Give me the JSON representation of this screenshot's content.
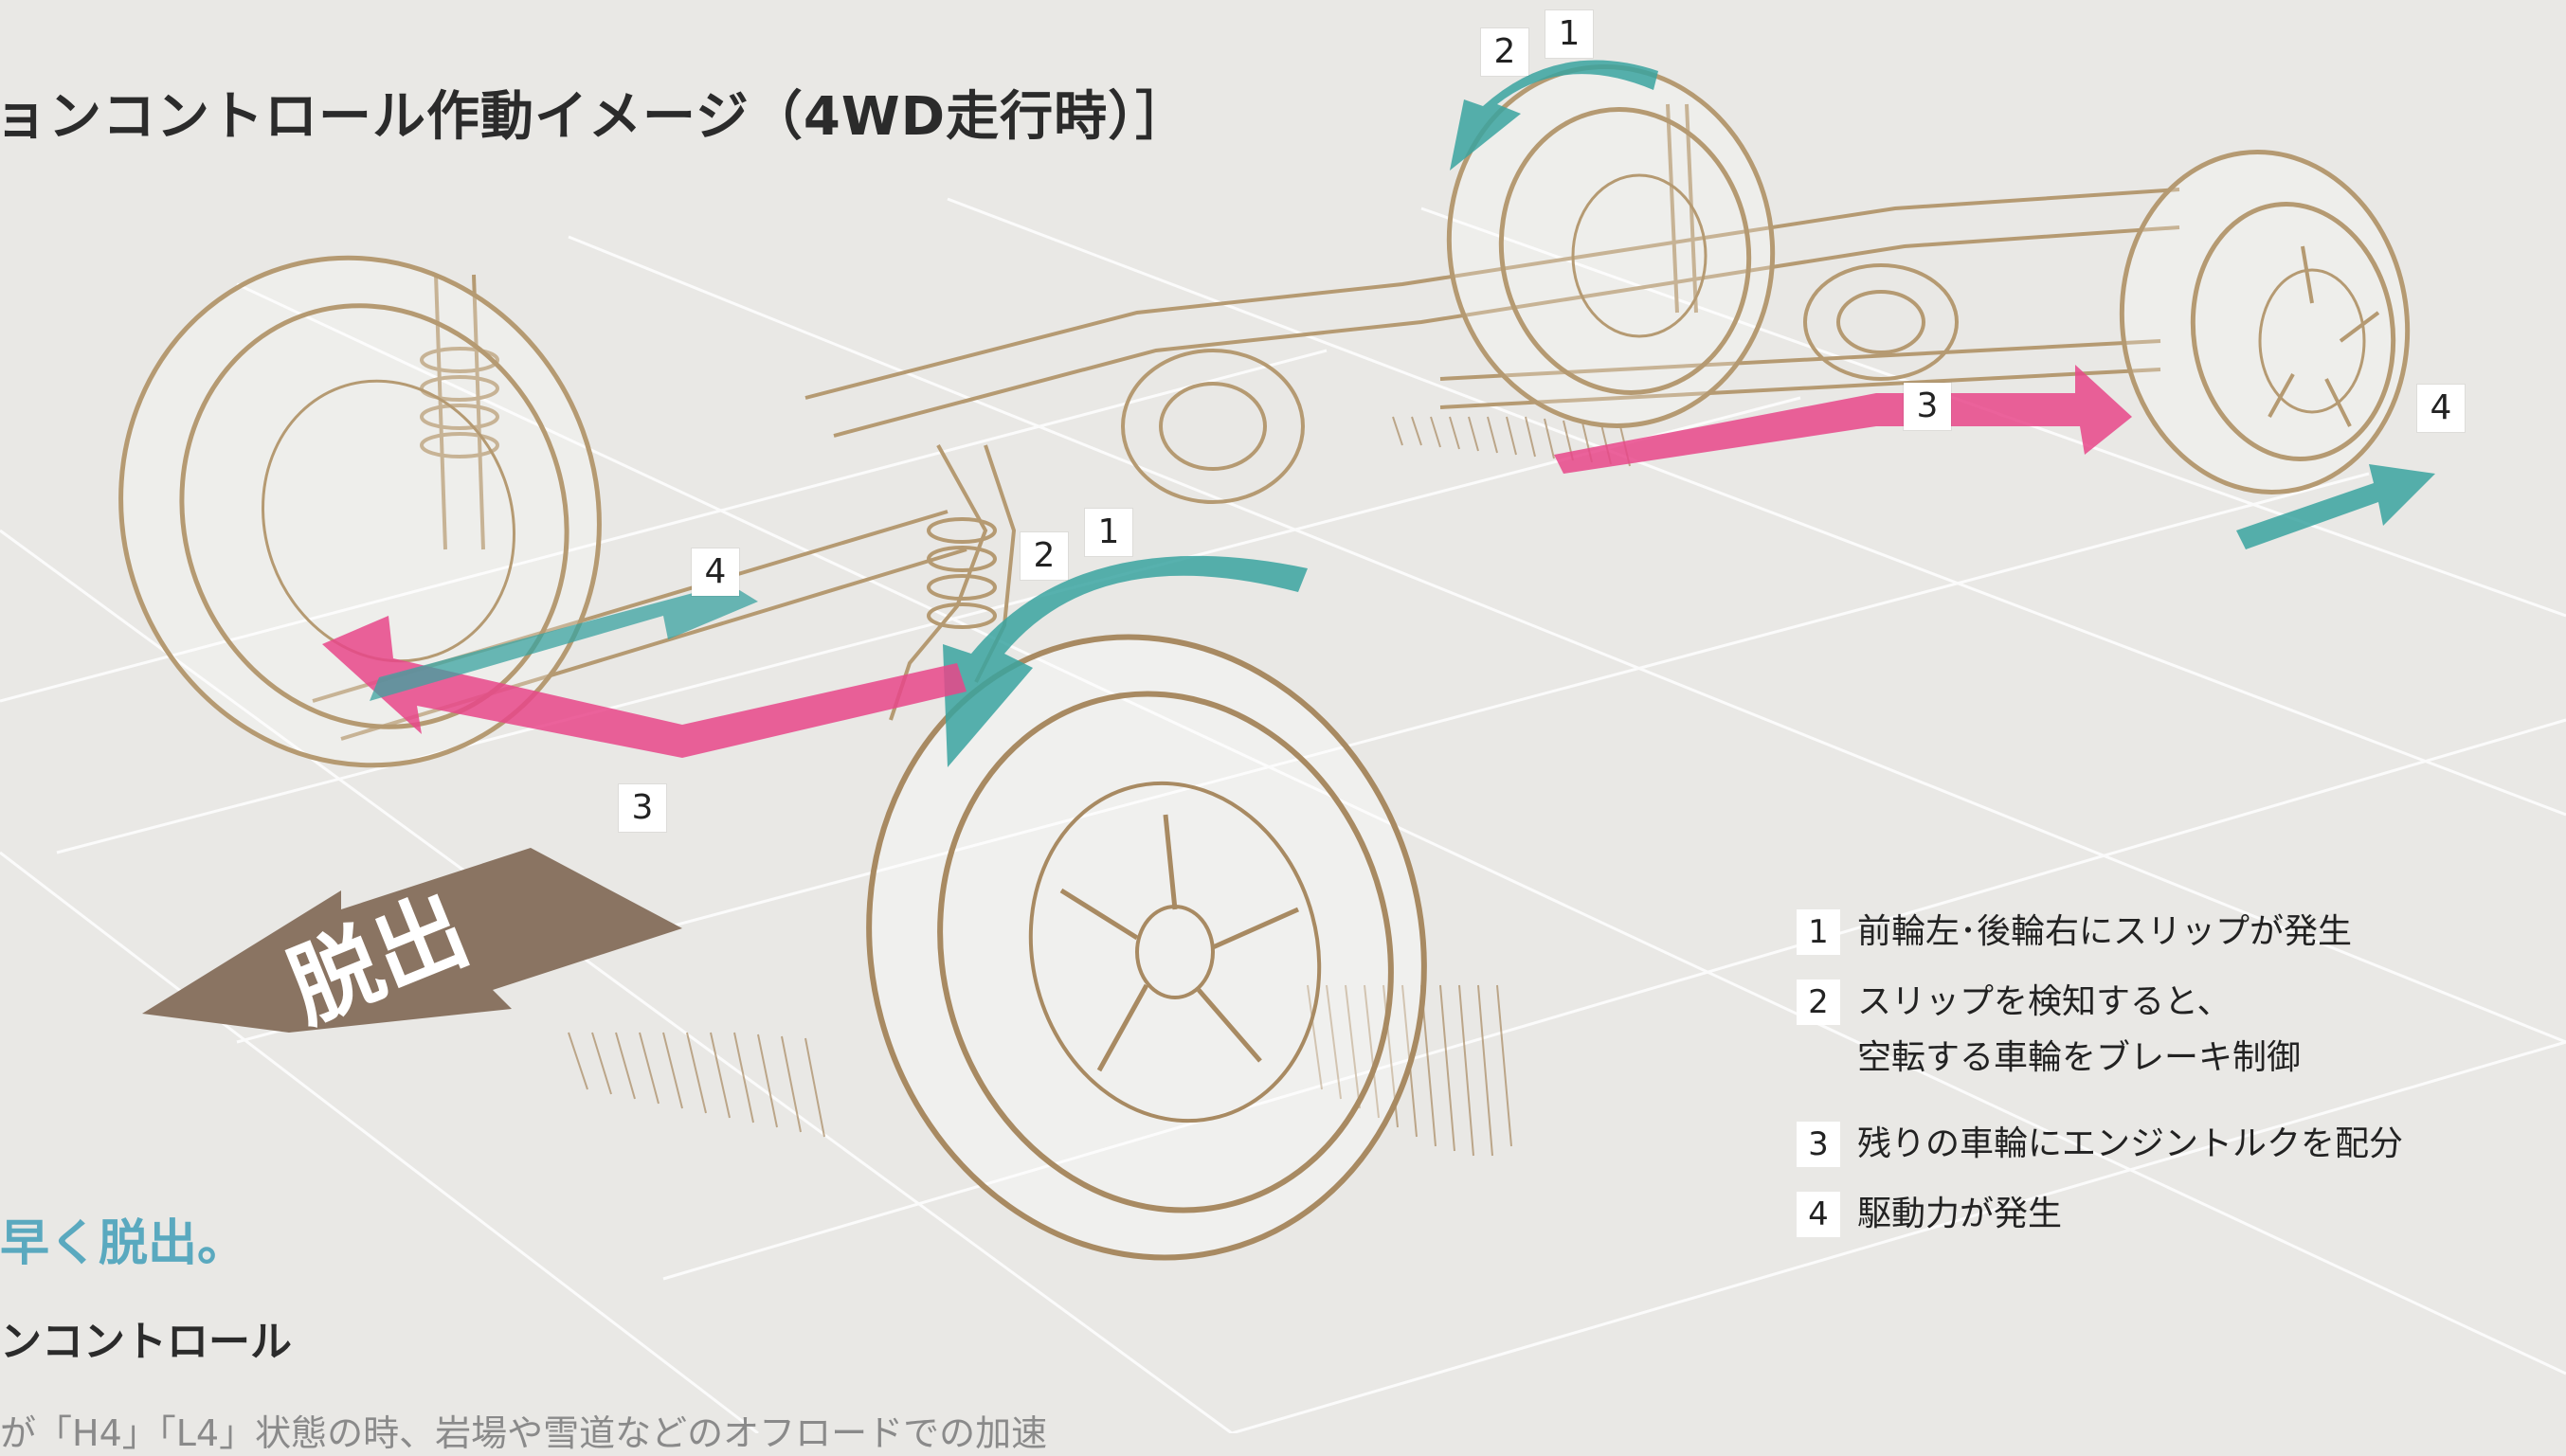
{
  "heading": "ョンコントロール作動イメージ（4WD走行時）］",
  "subheading": "早く脱出。",
  "subheading2": "ンコントロール",
  "body_text": "が「H4」「L4」状態の時、岩場や雪道などのオフロードでの加速",
  "escape_label": "脱出",
  "markers": {
    "rear_1": "1",
    "rear_2": "2",
    "rear_3": "3",
    "rear_4": "4",
    "front_1": "1",
    "front_2": "2",
    "front_3": "3",
    "front_4": "4"
  },
  "legend": [
    {
      "num": "1",
      "text": "前輪左･後輪右にスリップが発生"
    },
    {
      "num": "2",
      "text_line1": "スリップを検知すると、",
      "text_line2": "空転する車輪をブレーキ制御"
    },
    {
      "num": "3",
      "text": "残りの車輪にエンジントルクを配分"
    },
    {
      "num": "4",
      "text": "駆動力が発生"
    }
  ],
  "colors": {
    "background": "#e9e8e5",
    "sketch": "#b59a72",
    "brake_arrow": "#3aa3a0",
    "torque_arrow": "#e8468a",
    "escape_arrow": "#8a7462",
    "accent_text": "#5aa9bf"
  }
}
